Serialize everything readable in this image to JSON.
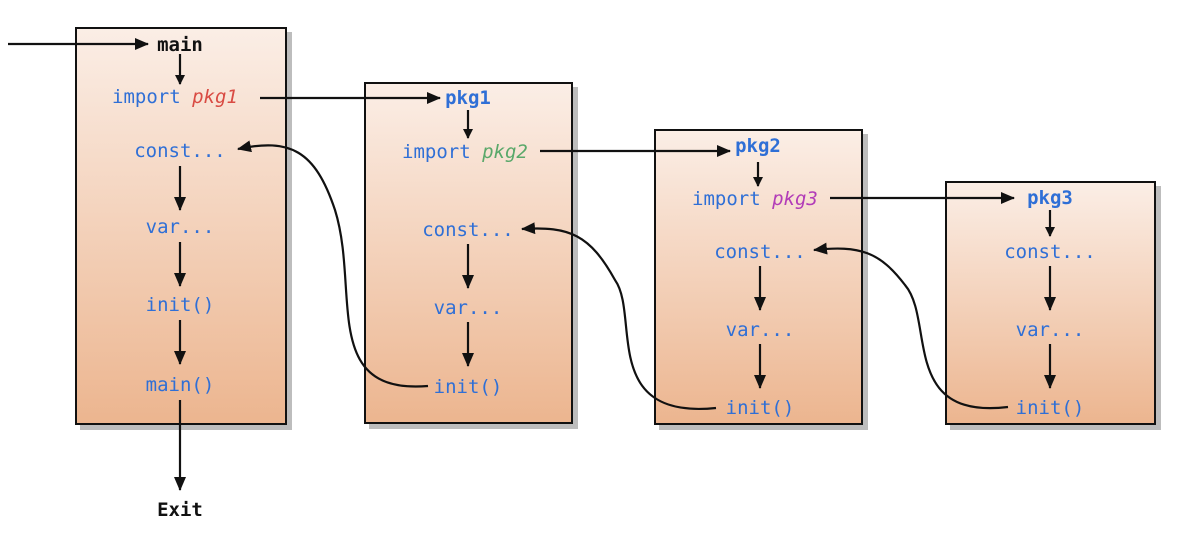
{
  "colors": {
    "code": "#2f6fd6",
    "pkg1": "#d94b43",
    "pkg2": "#5aa86a",
    "pkg3": "#b23cb8",
    "box_top": "#fbeee6",
    "box_bottom": "#ecb58f",
    "line": "#111111"
  },
  "main_box": {
    "title": "main",
    "import_kw": "import",
    "import_pkg": "pkg1",
    "const": "const...",
    "var": "var...",
    "init": "init()",
    "main_call": "main()"
  },
  "pkg1_box": {
    "title": "pkg1",
    "import_kw": "import",
    "import_pkg": "pkg2",
    "const": "const...",
    "var": "var...",
    "init": "init()"
  },
  "pkg2_box": {
    "title": "pkg2",
    "import_kw": "import",
    "import_pkg": "pkg3",
    "const": "const...",
    "var": "var...",
    "init": "init()"
  },
  "pkg3_box": {
    "title": "pkg3",
    "const": "const...",
    "var": "var...",
    "init": "init()"
  },
  "exit_label": "Exit"
}
